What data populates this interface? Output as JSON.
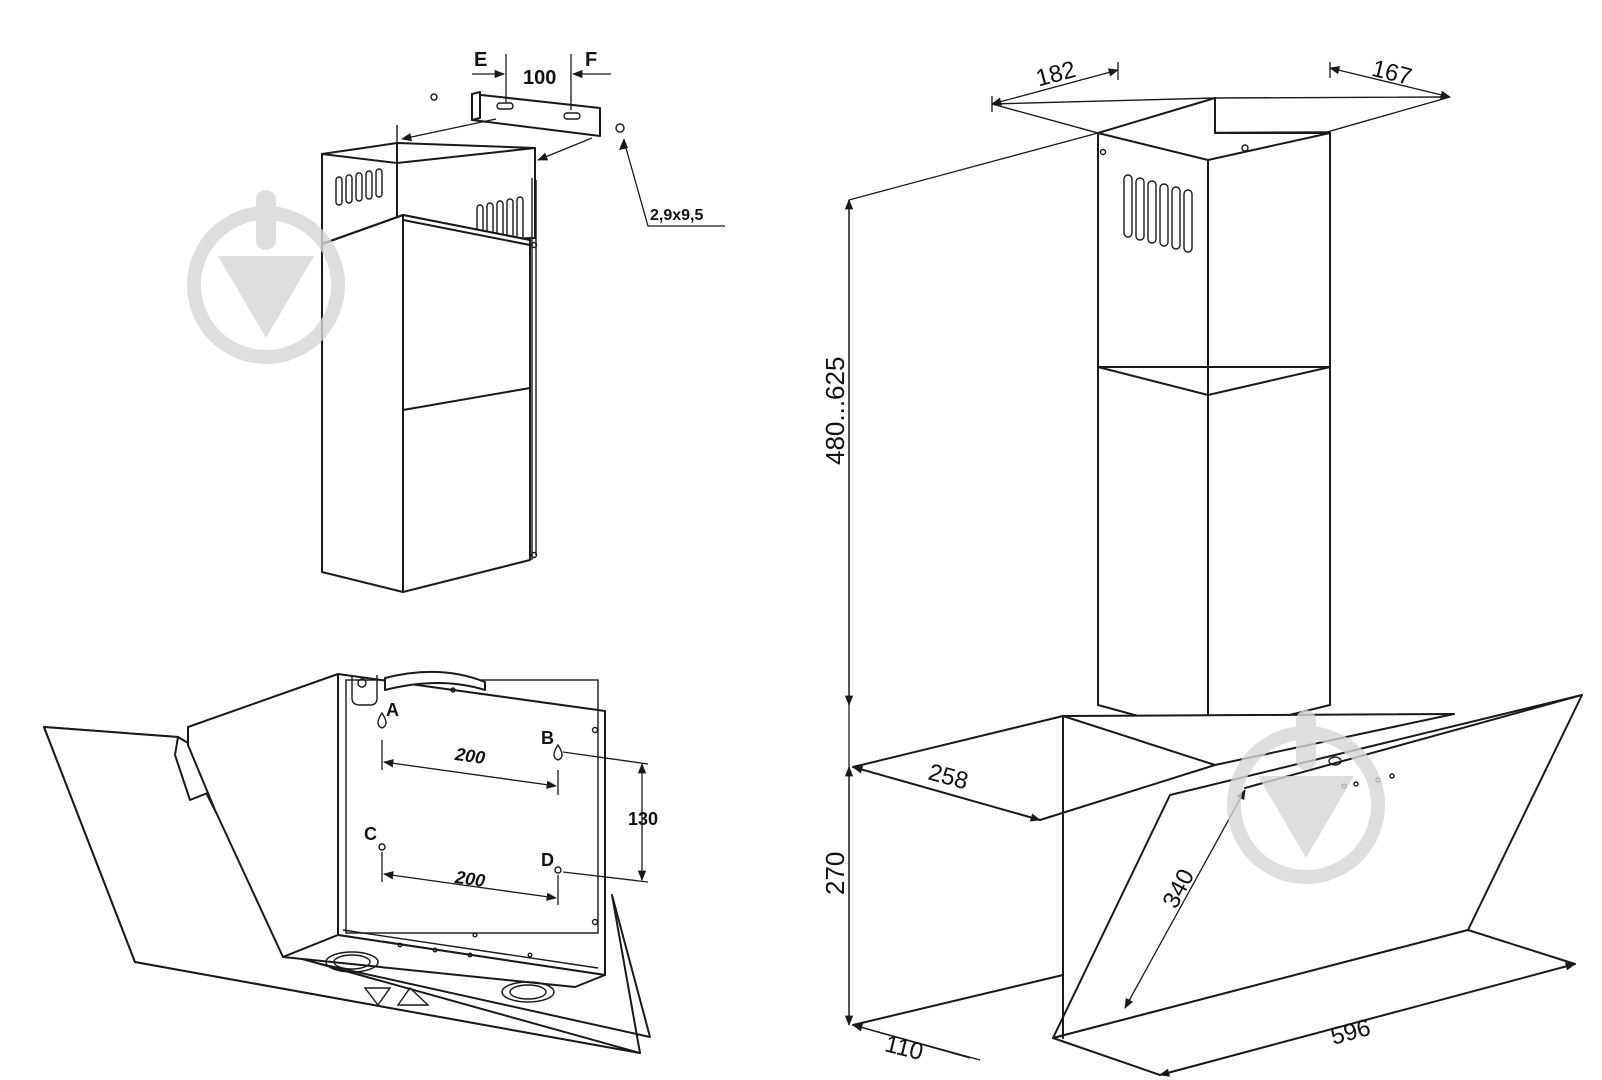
{
  "chassis_dimensions": {
    "e_label": "E",
    "f_label": "F",
    "bracket_width": "100",
    "screw_size": "2,9x9,5"
  },
  "mounting_points": {
    "a": "A",
    "b": "B",
    "c": "C",
    "d": "D",
    "top_spacing": "200",
    "bottom_spacing": "200",
    "vertical_spacing": "130"
  },
  "overall_dimensions": {
    "chimney_depth": "182",
    "chimney_width": "167",
    "chimney_height": "480...625",
    "body_depth": "258",
    "body_height": "270",
    "glass_length": "340",
    "hood_width": "596",
    "base_depth": "110"
  },
  "icons": {
    "watermark_left": "watermark-logo-icon",
    "watermark_right": "watermark-logo-icon"
  },
  "colors": {
    "line": "#1a1a1a",
    "watermark": "#d6d6d6",
    "background": "#ffffff"
  }
}
